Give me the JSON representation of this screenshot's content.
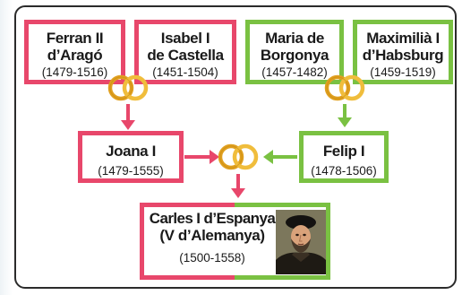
{
  "people": {
    "ferran": {
      "name_line1": "Ferran II",
      "name_line2": "d’Aragó",
      "dates": "(1479-1516)"
    },
    "isabel": {
      "name_line1": "Isabel I",
      "name_line2": "de Castella",
      "dates": "(1451-1504)"
    },
    "maria": {
      "name_line1": "Maria de",
      "name_line2": "Borgonya",
      "dates": "(1457-1482)"
    },
    "maximilia": {
      "name_line1": "Maximilià I",
      "name_line2": "d’Habsburg",
      "dates": "(1459-1519)"
    },
    "joana": {
      "name": "Joana I",
      "dates": "(1479-1555)"
    },
    "felip": {
      "name": "Felip I",
      "dates": "(1478-1506)"
    },
    "carles": {
      "name_line1": "Carles I d’Espanya",
      "name_line2": "(V d’Alemanya)",
      "dates": "(1500-1558)"
    }
  },
  "colors": {
    "maternal_line": "#e8476b",
    "paternal_line": "#7ac142",
    "rings": "#e0a020",
    "frame": "#2b2b2b"
  },
  "icons": {
    "marriage": "wedding-rings-icon",
    "portrait": "portrait-image"
  }
}
